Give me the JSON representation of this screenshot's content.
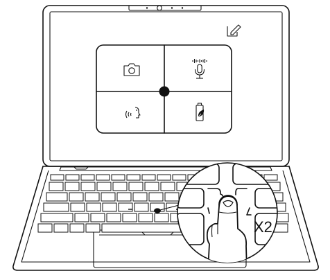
{
  "quick_menu": {
    "tiles": [
      {
        "id": "camera",
        "icon": "camera-icon"
      },
      {
        "id": "microphone",
        "icon": "microphone-icon"
      },
      {
        "id": "voice",
        "icon": "voice-typing-icon"
      },
      {
        "id": "battery",
        "icon": "battery-saver-icon"
      }
    ]
  },
  "screen_icon": "edit-icon",
  "gesture": {
    "label": "X2",
    "device": "trackpoint"
  },
  "colors": {
    "line": "#111111",
    "background": "#ffffff"
  }
}
